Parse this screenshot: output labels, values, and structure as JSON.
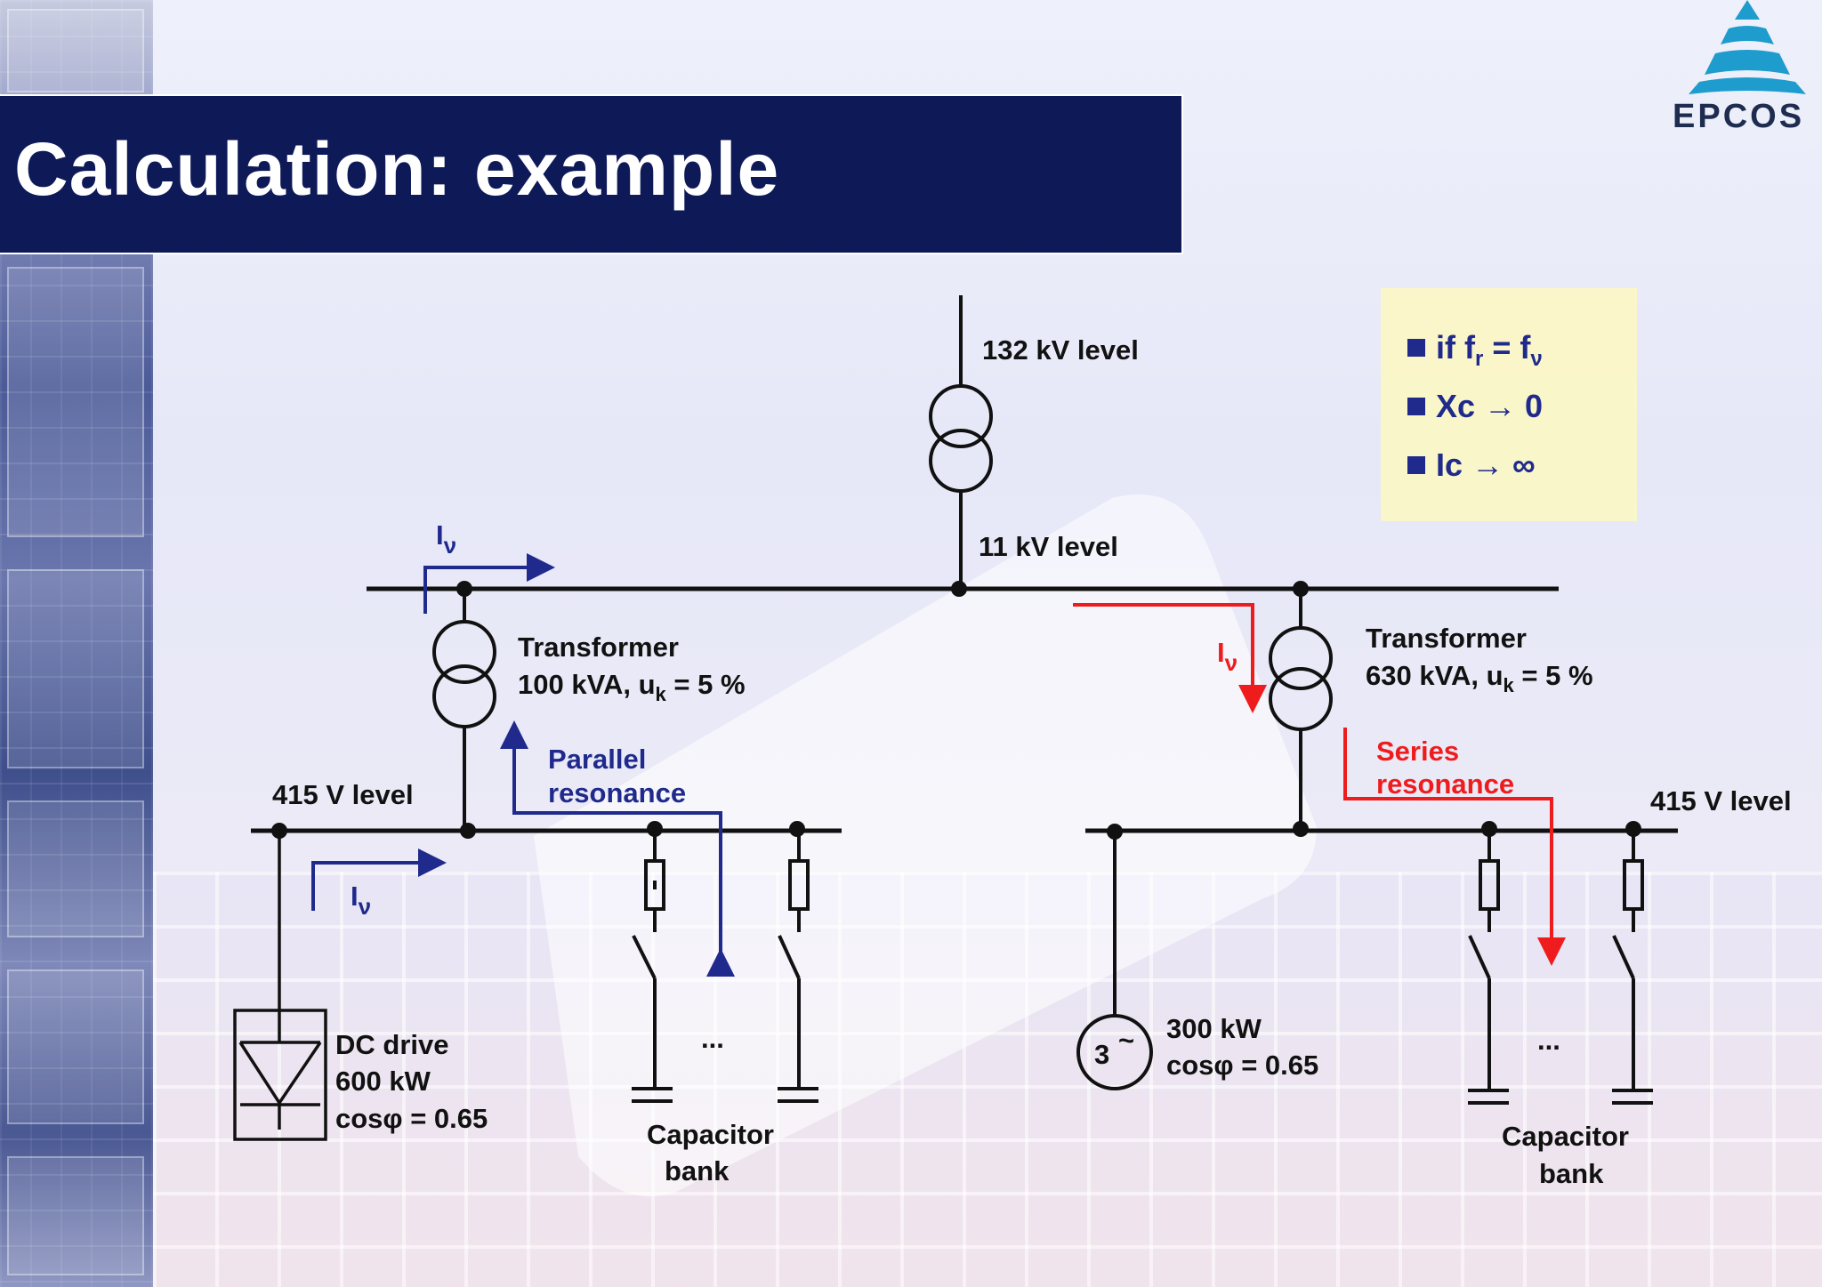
{
  "title": "Calculation: example",
  "logo": {
    "text": "EPCOS",
    "color": "#1e9ccd"
  },
  "colors": {
    "title_bg": "#0e1a58",
    "blue": "#1f2a8c",
    "red": "#ee1c1c",
    "info_bg": "#fbf6c4"
  },
  "info_box": {
    "line1": {
      "prefix": "if f",
      "sub1": "r",
      "mid": " = f",
      "sub2": "ν"
    },
    "line2": {
      "text": "Xc → 0"
    },
    "line3": {
      "text": "Ic → ∞"
    }
  },
  "labels": {
    "level_132kv": "132 kV level",
    "level_11kv": "11 kV level",
    "level_415v_left": "415 V level",
    "level_415v_right": "415 V level",
    "current_symbol": "I",
    "current_sub": "ν",
    "transformer_left": {
      "name": "Transformer",
      "rating_prefix": "100 kVA, u",
      "sub": "k",
      "rating_suffix": " = 5 %"
    },
    "transformer_right": {
      "name": "Transformer",
      "rating_prefix": "630 kVA, u",
      "sub": "k",
      "rating_suffix": " = 5 %"
    },
    "parallel_resonance": [
      "Parallel",
      "resonance"
    ],
    "series_resonance": [
      "Series",
      "resonance"
    ],
    "dc_drive": [
      "DC drive",
      "600 kW",
      "cosφ = 0.65"
    ],
    "motor": {
      "symbol": "3",
      "tilde": "~",
      "lines": [
        "300 kW",
        "cosφ = 0.65"
      ]
    },
    "capacitor_bank_left": [
      "Capacitor",
      "bank"
    ],
    "capacitor_bank_right": [
      "Capacitor",
      "bank"
    ],
    "ellipsis": "..."
  }
}
